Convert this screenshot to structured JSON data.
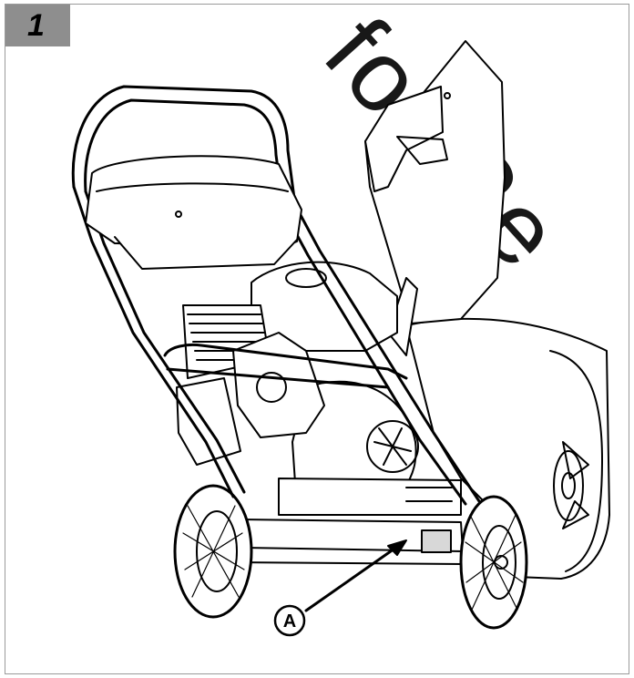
{
  "figure": {
    "number": "1",
    "callout": "A",
    "watermark": "for Re"
  },
  "colors": {
    "badge": "#8e8e8e",
    "line": "#000000",
    "label_patch": "#d8d8d8"
  },
  "illustration": "snow-thrower-line-drawing"
}
